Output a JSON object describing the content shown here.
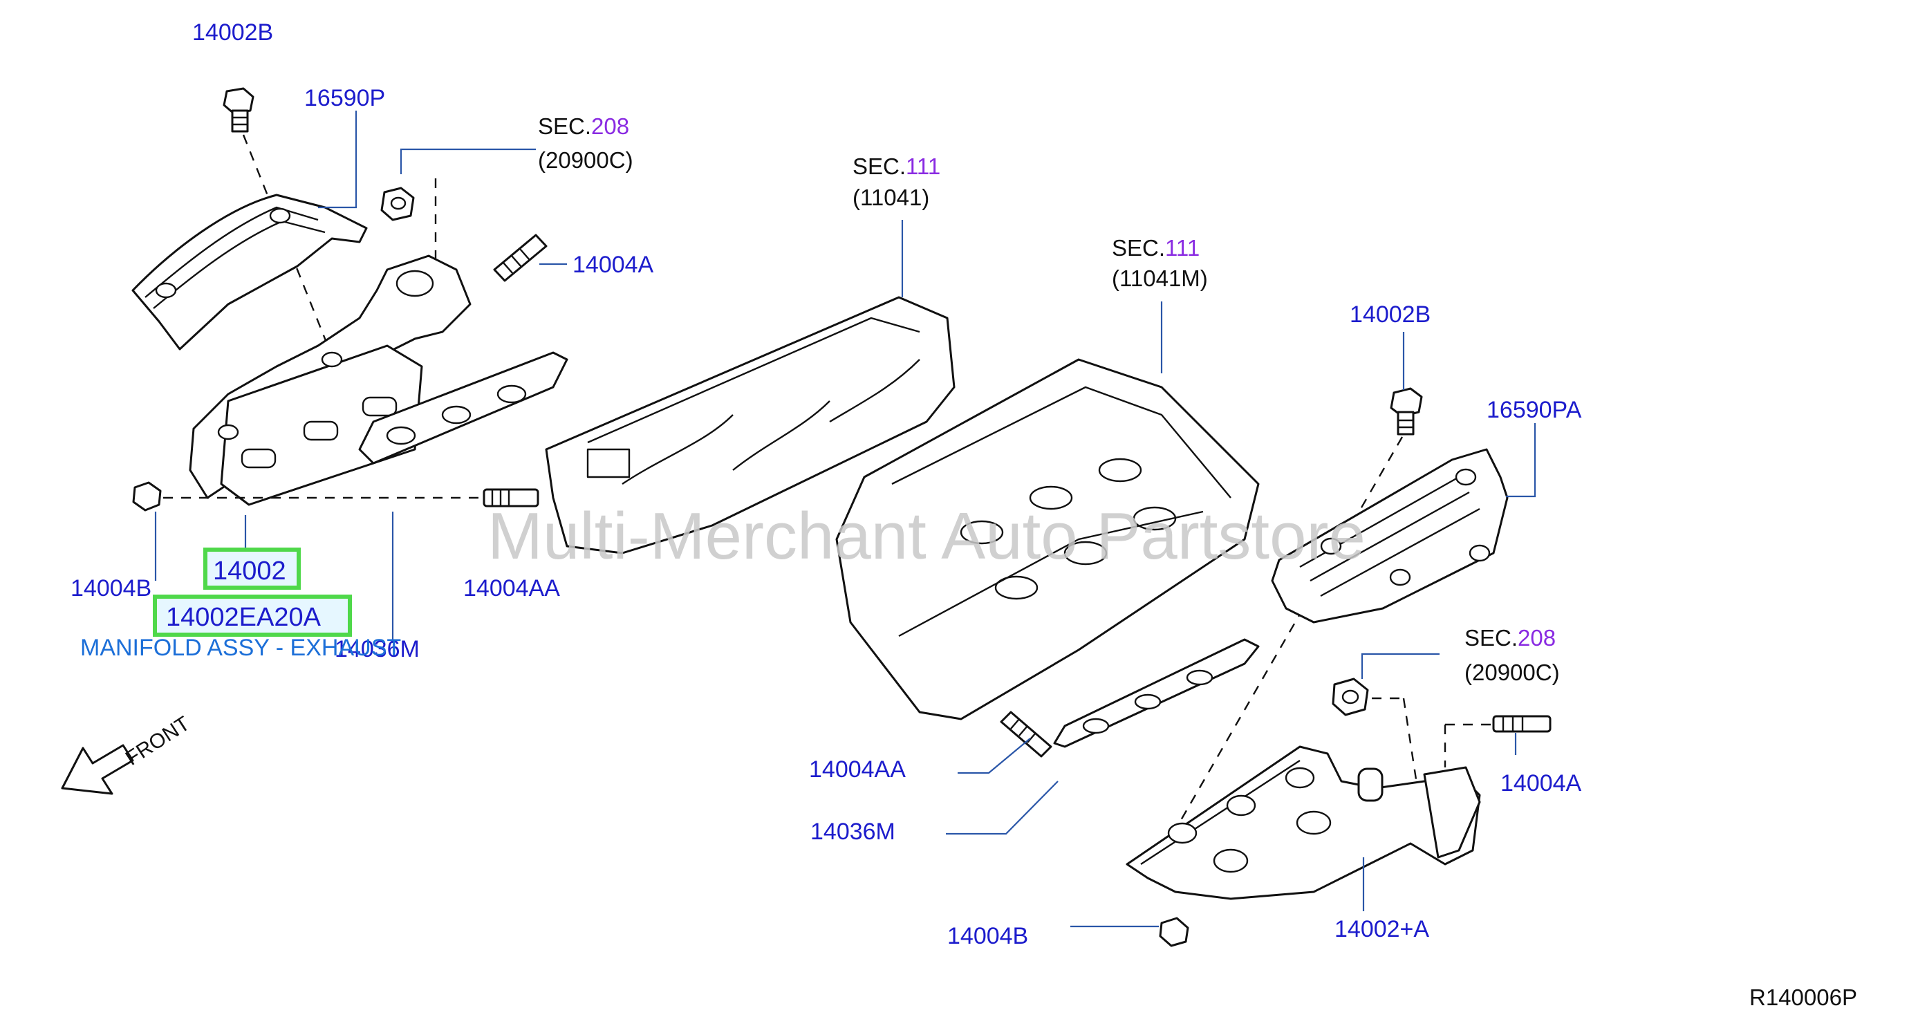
{
  "diagram_code": "R140006P",
  "watermark": "Multi-Merchant Auto Partstore",
  "front_label": "FRONT",
  "description": "MANIFOLD ASSY - EXHAUST",
  "highlight": {
    "part_number": "14002",
    "oem_number": "14002EA20A",
    "border_color": "#4fd84a",
    "fill_color": "#e6f7ff"
  },
  "colors": {
    "label": "#1c1ccc",
    "section_number": "#8a2be2",
    "description": "#1c6fd8"
  },
  "labels": {
    "l_14002B_top": "14002B",
    "l_16590P": "16590P",
    "l_14004A_left": "14004A",
    "l_14004B_left": "14004B",
    "l_14004AA_left": "14004AA",
    "l_14036M_left": "14036M",
    "l_14002B_right": "14002B",
    "l_16590PA": "16590PA",
    "l_14004AA_right": "14004AA",
    "l_14036M_right": "14036M",
    "l_14004B_right": "14004B",
    "l_14002A": "14002+A",
    "l_14004A_right": "14004A"
  },
  "sections": [
    {
      "prefix": "SEC.",
      "number": "208",
      "ref": "(20900C)"
    },
    {
      "prefix": "SEC.",
      "number": "111",
      "ref": "(11041)"
    },
    {
      "prefix": "SEC.",
      "number": "111",
      "ref": "(11041M)"
    },
    {
      "prefix": "SEC.",
      "number": "208",
      "ref": "(20900C)"
    }
  ]
}
